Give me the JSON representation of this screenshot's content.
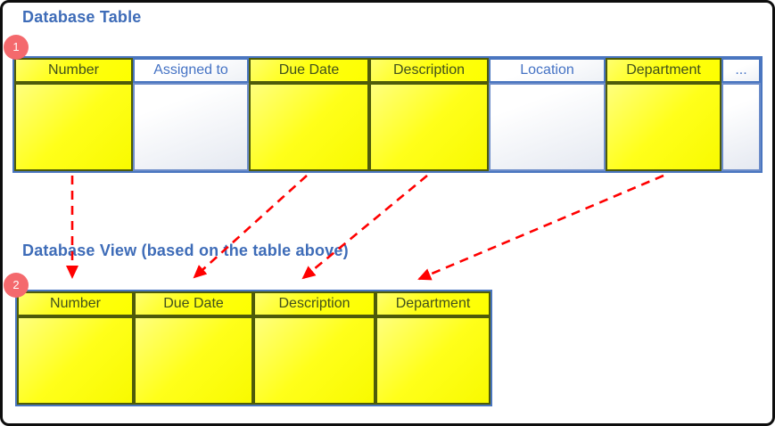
{
  "titles": {
    "table": "Database Table",
    "view": "Database View (based on the table above)"
  },
  "badges": {
    "step1": "1",
    "step2": "2"
  },
  "database_table": {
    "columns": [
      {
        "label": "Number",
        "highlighted": true,
        "included_in_view": true
      },
      {
        "label": "Assigned to",
        "highlighted": false,
        "included_in_view": false
      },
      {
        "label": "Due Date",
        "highlighted": true,
        "included_in_view": true
      },
      {
        "label": "Description",
        "highlighted": true,
        "included_in_view": true
      },
      {
        "label": "Location",
        "highlighted": false,
        "included_in_view": false
      },
      {
        "label": "Department",
        "highlighted": true,
        "included_in_view": true
      },
      {
        "label": "...",
        "highlighted": false,
        "included_in_view": false
      }
    ]
  },
  "database_view": {
    "columns": [
      {
        "label": "Number"
      },
      {
        "label": "Due Date"
      },
      {
        "label": "Description"
      },
      {
        "label": "Department"
      }
    ]
  },
  "mappings": [
    {
      "from": "Number",
      "to": "Number"
    },
    {
      "from": "Due Date",
      "to": "Due Date"
    },
    {
      "from": "Description",
      "to": "Description"
    },
    {
      "from": "Department",
      "to": "Department"
    }
  ],
  "colors": {
    "highlight_yellow": "#FFFF00",
    "accent_blue": "#4472C4",
    "olive_border": "#4E5B0A",
    "olive_text": "#40501C",
    "arrow_red": "#FF0000",
    "badge_pink": "#F4696D",
    "title_blue": "#3E6CB8"
  }
}
